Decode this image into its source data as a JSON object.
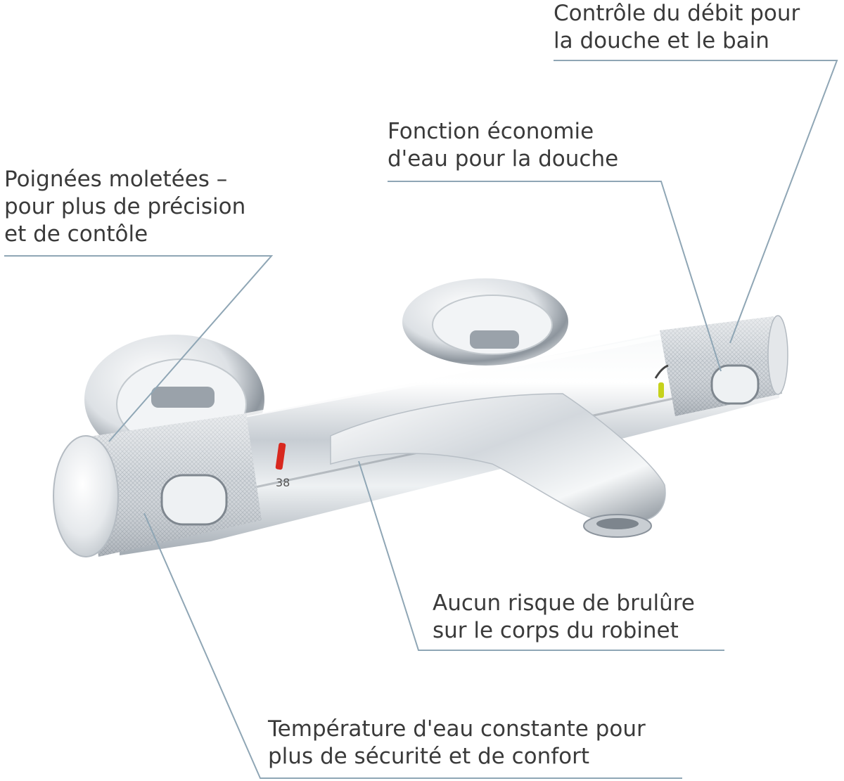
{
  "callouts": {
    "flow_control": {
      "line1": "Contrôle du débit pour",
      "line2": "la douche et le bain"
    },
    "water_saving": {
      "line1": "Fonction économie",
      "line2": "d'eau pour la douche"
    },
    "knurled_handles": {
      "line1": "Poignées moletées –",
      "line2": "pour plus de précision",
      "line3": "et de contôle"
    },
    "no_burn": {
      "line1": "Aucun risque de brulûre",
      "line2": "sur le corps du robinet"
    },
    "constant_temp": {
      "line1": "Température d'eau constante pour",
      "line2": "plus de sécurité et de confort"
    }
  },
  "product": {
    "temperature_marking": "38"
  },
  "colors": {
    "leader_line": "#8fa6b5",
    "text": "#3a3a3a",
    "hot_marker": "#d8281f",
    "eco_marker": "#c6d21c",
    "chrome_light": "#f4f6f8",
    "chrome_dark": "#8b939c"
  }
}
